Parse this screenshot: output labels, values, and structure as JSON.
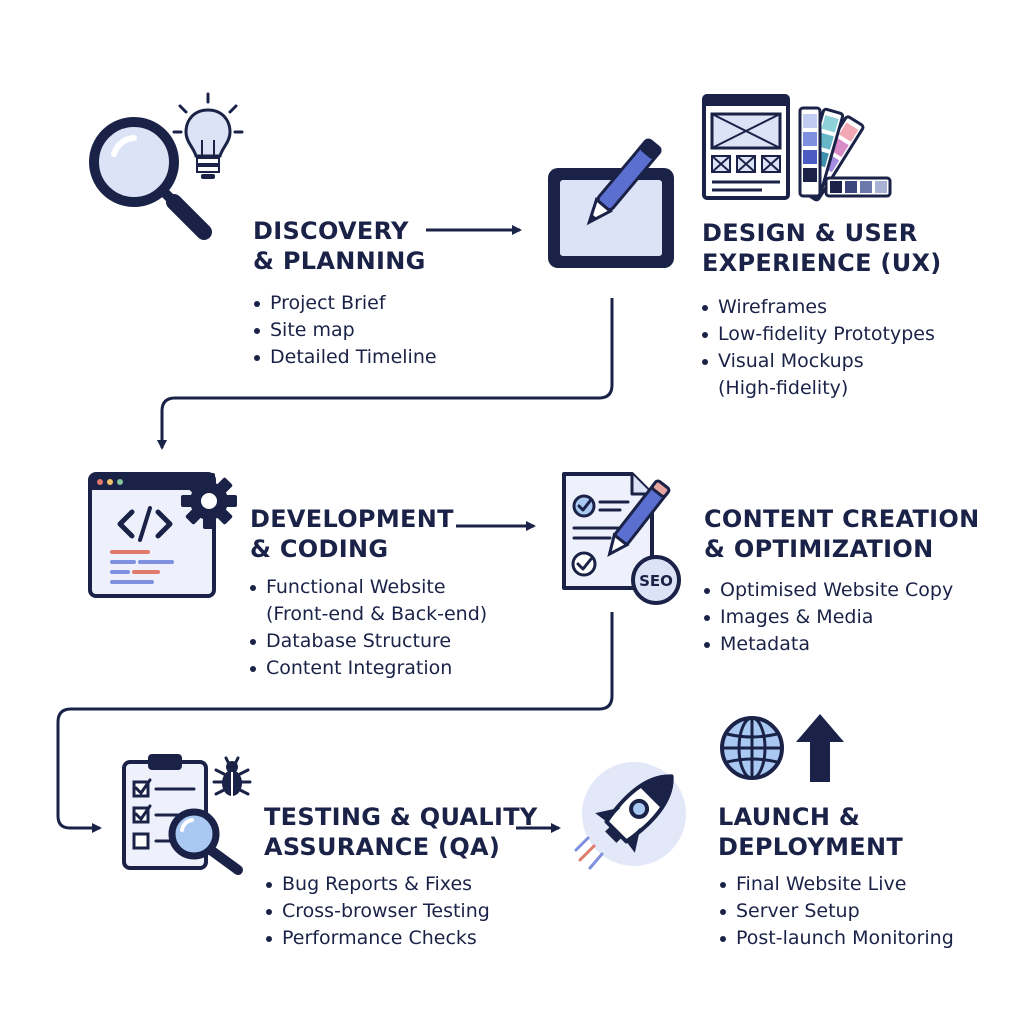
{
  "colors": {
    "ink": "#1b2247",
    "fill": "#dde3f6",
    "accent": "#5b6fd1",
    "red": "#e07a6a"
  },
  "steps": [
    {
      "id": "discovery",
      "title_line1": "DISCOVERY",
      "title_line2": "& PLANNING",
      "icons": [
        "magnifier-icon",
        "lightbulb-icon"
      ],
      "bullets": [
        "Project Brief",
        "Site map",
        "Detailed Timeline"
      ]
    },
    {
      "id": "design",
      "title_line1": "DESIGN & USER",
      "title_line2": "EXPERIENCE (UX)",
      "icons": [
        "tablet-pen-icon",
        "wireframe-icon",
        "color-swatch-icon"
      ],
      "bullets": [
        "Wireframes",
        "Low-fidelity Prototypes",
        "Visual Mockups"
      ],
      "bullet_cont": "(High-fidelity)"
    },
    {
      "id": "development",
      "title_line1": "DEVELOPMENT",
      "title_line2": "& CODING",
      "icons": [
        "code-window-icon",
        "gear-icon"
      ],
      "bullets": [
        "Functional Website",
        "Database Structure",
        "Content Integration"
      ],
      "bullet_cont": "(Front-end & Back-end)"
    },
    {
      "id": "content",
      "title_line1": "CONTENT CREATION",
      "title_line2": "& OPTIMIZATION",
      "icons": [
        "document-pencil-icon",
        "seo-badge-icon"
      ],
      "seo_label": "SEO",
      "bullets": [
        "Optimised Website Copy",
        "Images & Media",
        "Metadata"
      ]
    },
    {
      "id": "testing",
      "title_line1": "TESTING & QUALITY",
      "title_line2": "ASSURANCE (QA)",
      "icons": [
        "checklist-icon",
        "bug-icon",
        "magnifier-icon"
      ],
      "bullets": [
        "Bug Reports & Fixes",
        "Cross-browser Testing",
        "Performance Checks"
      ]
    },
    {
      "id": "launch",
      "title_line1": "LAUNCH &",
      "title_line2": "DEPLOYMENT",
      "icons": [
        "globe-icon",
        "up-arrow-icon",
        "rocket-icon"
      ],
      "bullets": [
        "Final Website Live",
        "Server Setup",
        "Post-launch Monitoring"
      ]
    }
  ]
}
